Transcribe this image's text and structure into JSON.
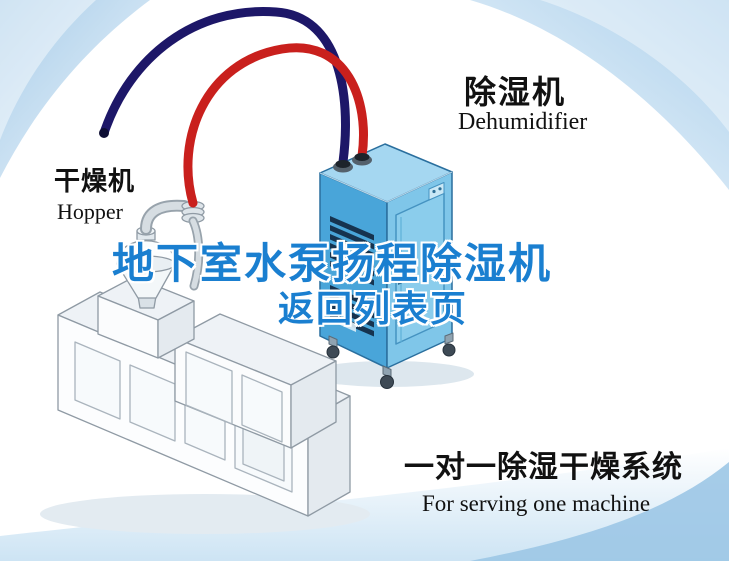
{
  "labels": {
    "hopper": {
      "cn": "干燥机",
      "en": "Hopper"
    },
    "dehumidifier": {
      "cn": "除湿机",
      "en": "Dehumidifier"
    }
  },
  "overlay": {
    "line1": "地下室水泵扬程除湿机",
    "line2": "返回列表页"
  },
  "caption": {
    "cn": "一对一除湿干燥系统",
    "en": "For serving one machine"
  },
  "colors": {
    "overlay_text": "#1a7fd0",
    "hose_red": "#c9201d",
    "hose_navy": "#1d1768",
    "dehumidifier_left_face": "#49a5d9",
    "dehumidifier_right_face": "#7fc6e9",
    "dehumidifier_top_face": "#a5d7f1",
    "door_face": "#8bcdec",
    "vent_slats": "#16334f",
    "swoosh_blue": "#bcd9f0",
    "label_text": "#111111"
  }
}
